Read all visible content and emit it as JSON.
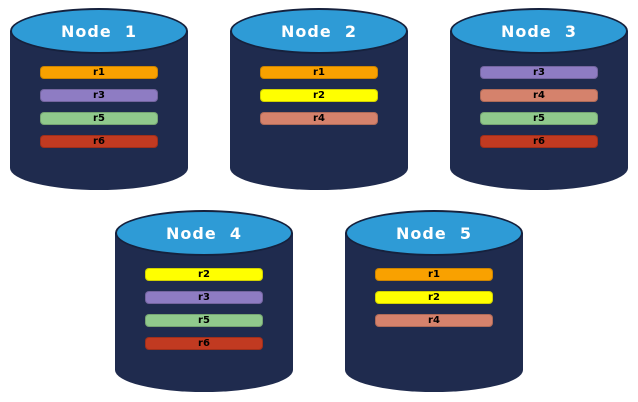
{
  "colors": {
    "background": "#FFFFFF",
    "cylinder_fill": "#1F2B4E",
    "ellipse_fill": "#2E9BD6",
    "ellipse_border": "#16213D",
    "title_text": "#FFFFFF",
    "label_text": "#000000"
  },
  "replica_colors": {
    "r1": "#F9A100",
    "r2": "#FFFF00",
    "r3": "#8E7CC3",
    "r4": "#D5826C",
    "r5": "#90C98C",
    "r6": "#C13A21"
  },
  "nodes": [
    {
      "title": "Node  1",
      "replicas": [
        "r1",
        "r3",
        "r5",
        "r6"
      ]
    },
    {
      "title": "Node  2",
      "replicas": [
        "r1",
        "r2",
        "r4"
      ]
    },
    {
      "title": "Node  3",
      "replicas": [
        "r3",
        "r4",
        "r5",
        "r6"
      ]
    },
    {
      "title": "Node  4",
      "replicas": [
        "r2",
        "r3",
        "r5",
        "r6"
      ]
    },
    {
      "title": "Node  5",
      "replicas": [
        "r1",
        "r2",
        "r4"
      ]
    }
  ],
  "rows": [
    [
      0,
      1,
      2
    ],
    [
      3,
      4
    ]
  ]
}
